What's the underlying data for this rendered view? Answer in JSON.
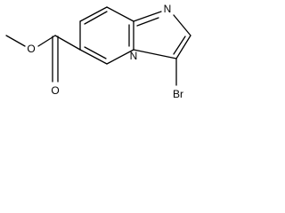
{
  "molecule": {
    "labels": {
      "n_imidazole": "N",
      "n_bridgehead": "N",
      "bromine": "Br",
      "ester_oxygen": "O",
      "carbonyl_oxygen": "O"
    },
    "colors": {
      "bond": "#000000",
      "text": "#000000",
      "background": "#ffffff"
    }
  }
}
